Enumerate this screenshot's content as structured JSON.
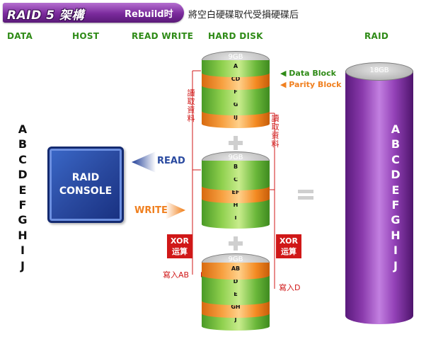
{
  "header": {
    "title": "RAID 5 架構",
    "mode": "Rebuild时",
    "description": "將空白硬碟取代受損硬碟后"
  },
  "columns": {
    "data": "DATA",
    "host": "HOST",
    "read_write": "READ WRITE",
    "hard_disk": "HARD DISK",
    "raid": "RAID"
  },
  "data_letters": [
    "A",
    "B",
    "C",
    "D",
    "E",
    "F",
    "G",
    "H",
    "I",
    "J"
  ],
  "console": {
    "line1": "RAID",
    "line2": "CONSOLE"
  },
  "actions": {
    "read": "READ",
    "write": "WRITE"
  },
  "legend": {
    "data_block": "◀ Data Block",
    "parity_block": "◀ Parity Block"
  },
  "disks": [
    {
      "capacity": "9GB",
      "blocks": [
        {
          "label": "A",
          "type": "data"
        },
        {
          "label": "CD",
          "type": "parity"
        },
        {
          "label": "F",
          "type": "data"
        },
        {
          "label": "G",
          "type": "data"
        },
        {
          "label": "IJ",
          "type": "parity"
        }
      ]
    },
    {
      "capacity": "9GB",
      "blocks": [
        {
          "label": "B",
          "type": "data"
        },
        {
          "label": "C",
          "type": "data"
        },
        {
          "label": "EF",
          "type": "parity"
        },
        {
          "label": "H",
          "type": "data"
        },
        {
          "label": "I",
          "type": "data"
        }
      ]
    },
    {
      "capacity": "9GB",
      "blocks": [
        {
          "label": "AB",
          "type": "parity"
        },
        {
          "label": "D",
          "type": "data"
        },
        {
          "label": "E",
          "type": "data"
        },
        {
          "label": "GH",
          "type": "parity"
        },
        {
          "label": "J",
          "type": "data"
        }
      ]
    }
  ],
  "annotations": {
    "read_left": "讀取資料",
    "read_right": "讀取資料",
    "xor_title": "XOR",
    "xor_op": "运算",
    "write_left": "寫入AB",
    "write_right": "寫入D"
  },
  "raid": {
    "capacity": "18GB",
    "letters": [
      "A",
      "B",
      "C",
      "D",
      "E",
      "F",
      "G",
      "H",
      "I",
      "J"
    ]
  },
  "colors": {
    "data_block": "#6ab73a",
    "parity_block": "#f38a22",
    "header_bar": "#7a2a9c",
    "raid_volume": "#9442b8",
    "console": "#2a4aa0",
    "annotation_red": "#d01818"
  }
}
